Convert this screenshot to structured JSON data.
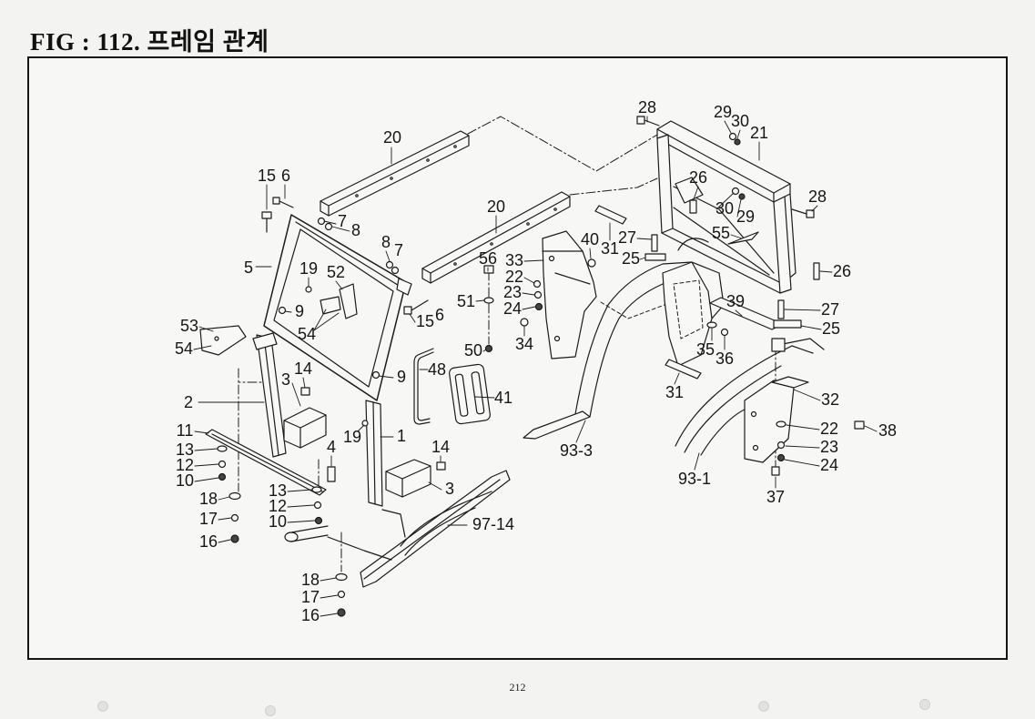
{
  "page": {
    "title": "FIG : 112. 프레임 관계",
    "page_number": "212"
  },
  "callouts": [
    "20",
    "15",
    "6",
    "7",
    "8",
    "5",
    "19",
    "52",
    "8",
    "7",
    "20",
    "56",
    "51",
    "15",
    "6",
    "9",
    "54",
    "53",
    "54",
    "50",
    "48",
    "9",
    "14",
    "3",
    "2",
    "41",
    "19",
    "1",
    "11",
    "13",
    "12",
    "10",
    "4",
    "14",
    "3",
    "18",
    "13",
    "12",
    "10",
    "17",
    "97-14",
    "16",
    "18",
    "17",
    "16",
    "28",
    "29",
    "30",
    "21",
    "26",
    "28",
    "30",
    "29",
    "40",
    "31",
    "27",
    "55",
    "25",
    "26",
    "33",
    "22",
    "23",
    "24",
    "34",
    "39",
    "27",
    "25",
    "35",
    "36",
    "31",
    "32",
    "22",
    "38",
    "23",
    "24",
    "93-3",
    "93-1",
    "37"
  ]
}
